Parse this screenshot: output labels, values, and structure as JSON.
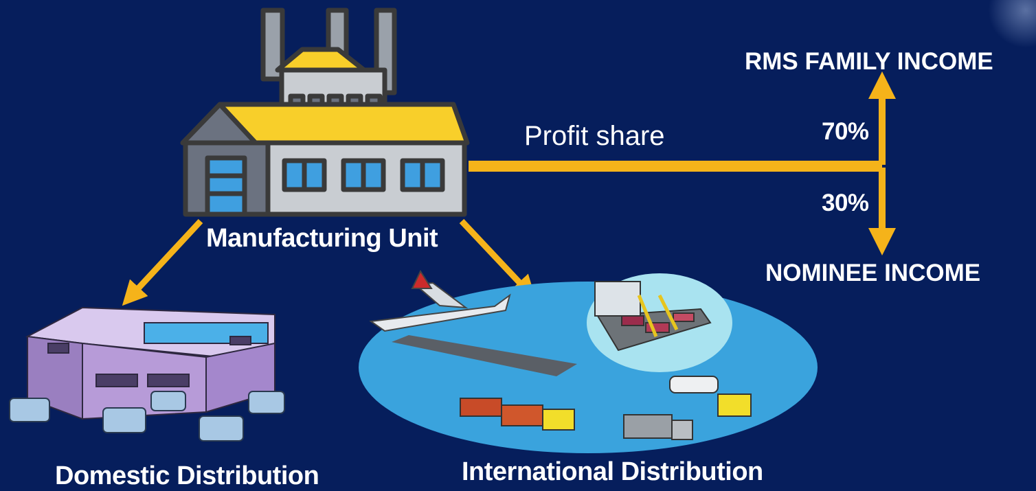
{
  "diagram": {
    "manufacturing_label": "Manufacturing Unit",
    "profit_share_label": "Profit share",
    "rms_income_label": "RMS FAMILY INCOME",
    "nominee_income_label": "NOMINEE INCOME",
    "share_rms": "70%",
    "share_nominee": "30%",
    "domestic_label": "Domestic Distribution",
    "international_label": "International Distribution"
  },
  "colors": {
    "background": "#061e5c",
    "arrow": "#f5b31a",
    "factory_roof": "#f8cf2a",
    "factory_wall": "#c9cdd2",
    "factory_dark": "#6b7280",
    "window_blue": "#3f9fe0",
    "water_blue": "#3aa3dd",
    "warehouse_purple": "#b79bd8"
  },
  "icons": [
    "factory-icon",
    "warehouse-icon",
    "airplane-icon",
    "cargo-ship-icon",
    "freight-train-icon",
    "truck-icon"
  ]
}
